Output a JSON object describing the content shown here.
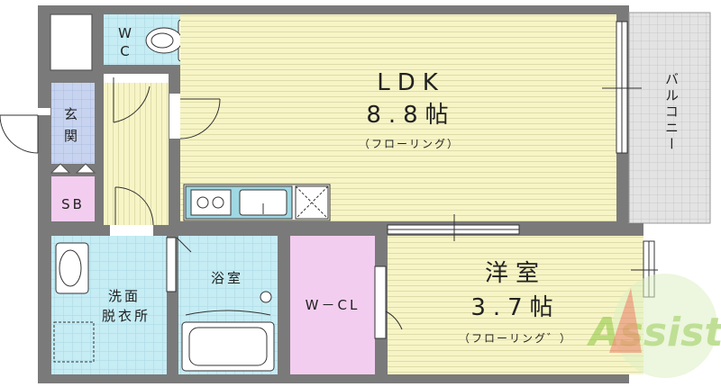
{
  "rooms": {
    "ldk": {
      "name": "LDK",
      "size": "8.8帖",
      "floor": "（フローリング）"
    },
    "western": {
      "name": "洋室",
      "size": "3.7帖",
      "floor": "（フローリング゛）"
    },
    "wc": {
      "name_line1": "W",
      "name_line2": "C"
    },
    "entrance": {
      "name_line1": "玄",
      "name_line2": "関"
    },
    "shoe_box": {
      "name": "SB"
    },
    "washroom": {
      "name_line1": "洗面",
      "name_line2": "脱衣所"
    },
    "bath": {
      "name": "浴室"
    },
    "closet": {
      "name": "W－CL"
    },
    "balcony": {
      "name": "バルコニー"
    }
  },
  "watermark": {
    "text": "Assist"
  },
  "colors": {
    "wall": "#777777",
    "ldk_floor": "#f7f5c6",
    "western_floor": "#f7f5c6",
    "corridor_floor": "#f7f5c6",
    "wet_area": "#c6ecf4",
    "entrance": "#c8d4ef",
    "closet": "#f3cdef",
    "balcony": "#dcdcdc",
    "logo_green": "#8cc63f",
    "logo_red": "#e84c3d"
  }
}
